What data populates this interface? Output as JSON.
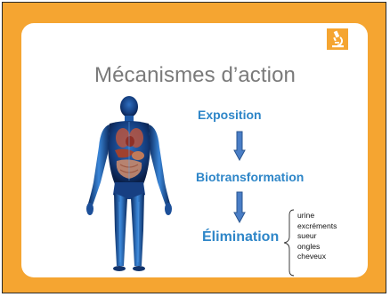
{
  "slide": {
    "title": "Mécanismes d’action",
    "badge_icon": "microscope-icon",
    "steps": [
      {
        "label": "Exposition"
      },
      {
        "label": "Biotransformation"
      },
      {
        "label": "Élimination"
      }
    ],
    "elimination_routes": [
      "urine",
      "excréments",
      "sueur",
      "ongles",
      "cheveux"
    ],
    "figure": "human-body-anatomy-illustration",
    "colors": {
      "frame": "#f5a531",
      "card": "#ffffff",
      "title": "#7a7a7a",
      "step_text": "#2e86c8",
      "arrow_fill": "#4a7ec6",
      "arrow_stroke": "#2a5690"
    }
  }
}
